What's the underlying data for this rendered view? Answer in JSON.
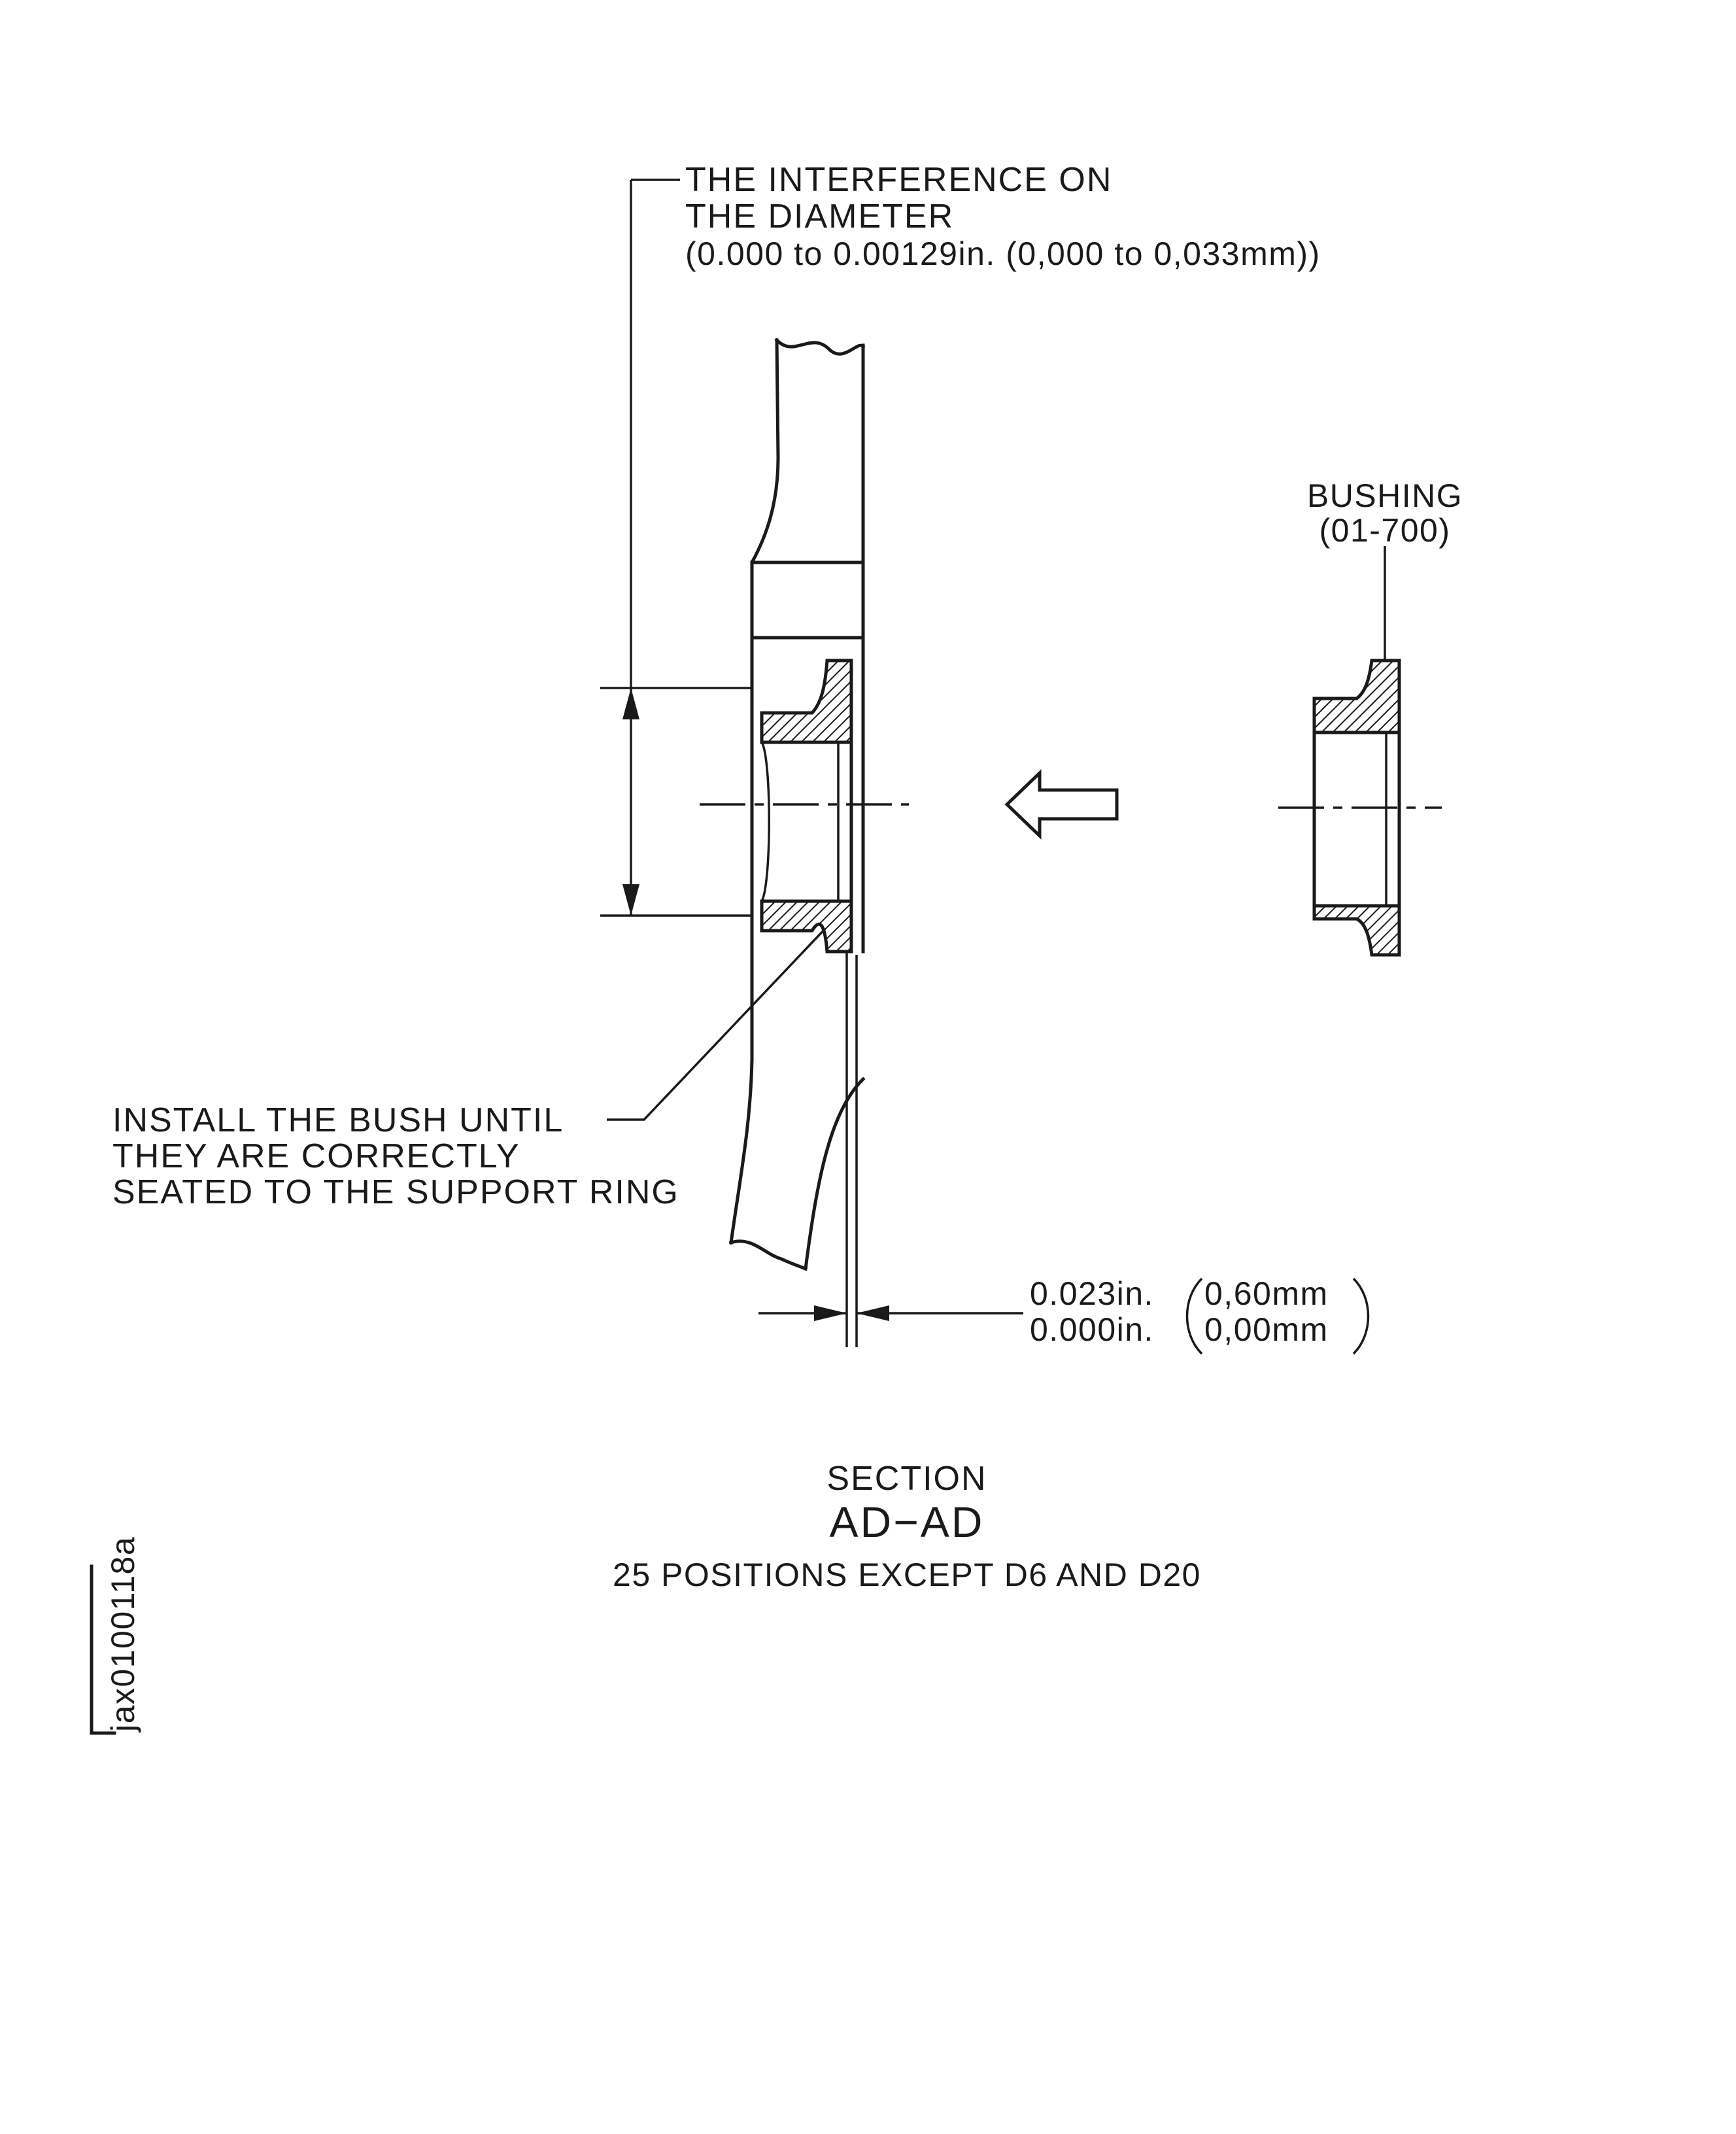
{
  "callouts": {
    "interference_line1": "THE INTERFERENCE ON",
    "interference_line2": "THE DIAMETER",
    "interference_line3": "(0.000 to 0.00129in. (0,000 to 0,033mm))",
    "bushing_name": "BUSHING",
    "bushing_ref": "(01-700)",
    "install_line1": "INSTALL THE BUSH UNTIL",
    "install_line2": "THEY ARE CORRECTLY",
    "install_line3": "SEATED TO THE SUPPORT RING",
    "gap_upper": "0.023in.",
    "gap_upper_metric": "0,60mm",
    "gap_lower": "0.000in.",
    "gap_lower_metric": "0,00mm"
  },
  "caption": {
    "section_word": "SECTION",
    "section_id": "AD−AD",
    "positions": "25 POSITIONS EXCEPT D6 AND D20"
  },
  "figure_id": "jax0100118a"
}
